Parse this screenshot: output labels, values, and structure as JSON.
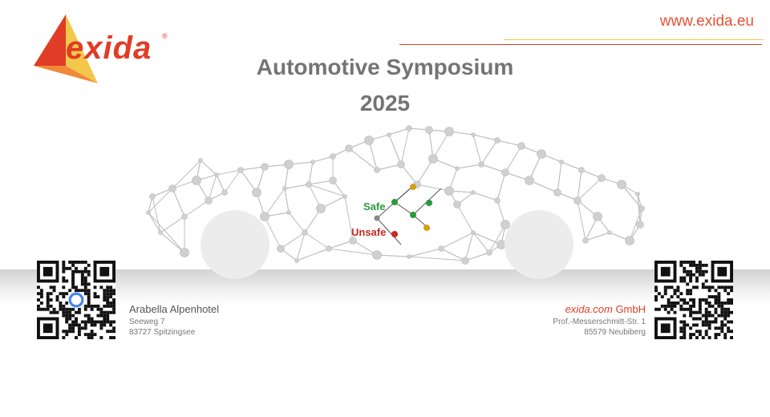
{
  "header": {
    "logo_text": "exida",
    "logo_reg": "®",
    "website": "www.exida.eu"
  },
  "event": {
    "title": "Automotive Symposium",
    "year": "2025"
  },
  "diagram": {
    "safe_label": "Safe",
    "unsafe_label": "Unsafe"
  },
  "venue": {
    "name": "Arabella Alpenhotel",
    "street": "Seeweg 7",
    "city": "83727 Spitzingsee"
  },
  "company": {
    "name_brand": "exida.com",
    "name_suffix": " GmbH",
    "street": "Prof.-Messerschmitt-Str. 1",
    "city": "85579 Neubiberg"
  },
  "colors": {
    "brand_red": "#e03c26",
    "brand_yellow": "#f3c74b",
    "safe_green": "#2a9a3a",
    "unsafe_red": "#c82a20"
  }
}
